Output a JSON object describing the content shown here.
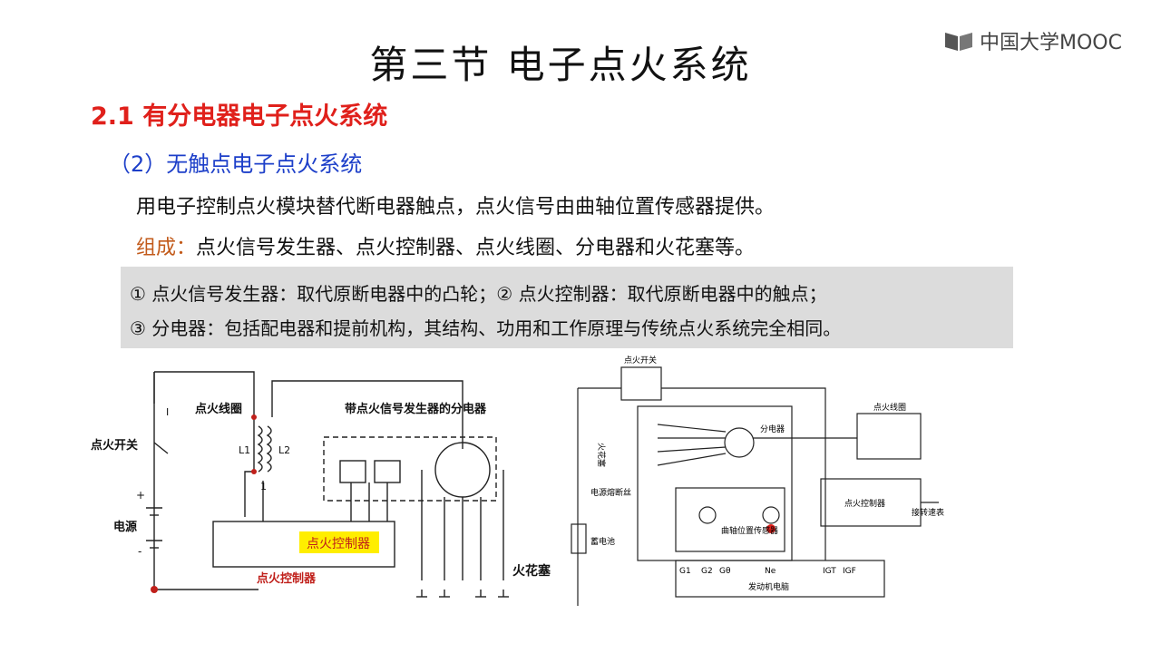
{
  "page_title": "第三节  电子点火系统",
  "logo": {
    "text": "中国大学MOOC",
    "icon": "mooc-book-icon"
  },
  "section_heading": "2.1 有分电器电子点火系统",
  "subsection_heading": "（2）无触点电子点火系统",
  "description": "用电子控制点火模块替代断电器触点，点火信号由曲轴位置传感器提供。",
  "composition": {
    "label": "组成：",
    "text": "点火信号发生器、点火控制器、点火线圈、分电器和火花塞等。"
  },
  "notes": [
    "①  点火信号发生器：取代原断电器中的凸轮；②  点火控制器：取代原断电器中的触点；",
    "③  分电器：包括配电器和提前机构，其结构、功用和工作原理与传统点火系统完全相同。"
  ],
  "left_diagram": {
    "ignition_switch": "点火开关",
    "coil": "点火线圈",
    "distributor": "带点火信号发生器的分电器",
    "power": "电源",
    "plus": "+",
    "minus": "-",
    "controller_highlight": "点火控制器",
    "controller_caption": "点火控制器",
    "spark_plug": "火花塞",
    "l1": "L1",
    "l2": "L2",
    "i_label": "I",
    "terminal_1": "1"
  },
  "right_diagram": {
    "ignition_switch": "点火开关",
    "coil": "点火线圈",
    "distributor": "分电器",
    "spark_plugs": "火花塞",
    "fuse": "电源熔断丝",
    "battery": "蓄电池",
    "crank_sensor": "曲轴位置传感器",
    "igniter": "点火控制器",
    "tach": "接转速表",
    "ecu": "发动机电脑",
    "pins": [
      "G1",
      "G2",
      "Gθ",
      "Ne",
      "IGT",
      "IGF"
    ]
  },
  "colors": {
    "section": "#e0201b",
    "subsection": "#1d3fc9",
    "label": "#c25a1a",
    "highlight": "#ffee00",
    "box": "#dcdcdc"
  }
}
